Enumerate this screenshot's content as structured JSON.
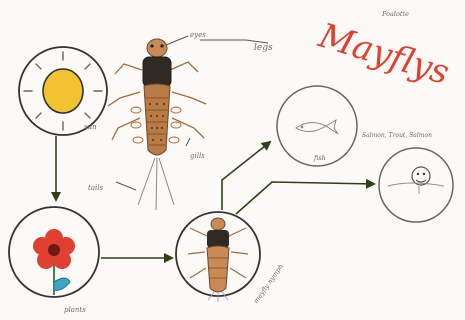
{
  "title": {
    "text": "Mayflys",
    "color": "#e0402f"
  },
  "corner_note": "Poalotte",
  "labels": {
    "sun": "sun",
    "eyes": "eyes",
    "legs": "legs",
    "tails": "tails",
    "gills": "gills",
    "plants": "plants",
    "nymph": "mayfly nymph",
    "fish": "fish",
    "fish_note": "Salmon, Trout, Salmon",
    "human": ""
  },
  "colors": {
    "sun": "#f2c230",
    "flower": "#e0402f",
    "leaf": "#3aa8c6",
    "body": "#b97a45",
    "arrow": "#2f3f1a"
  }
}
